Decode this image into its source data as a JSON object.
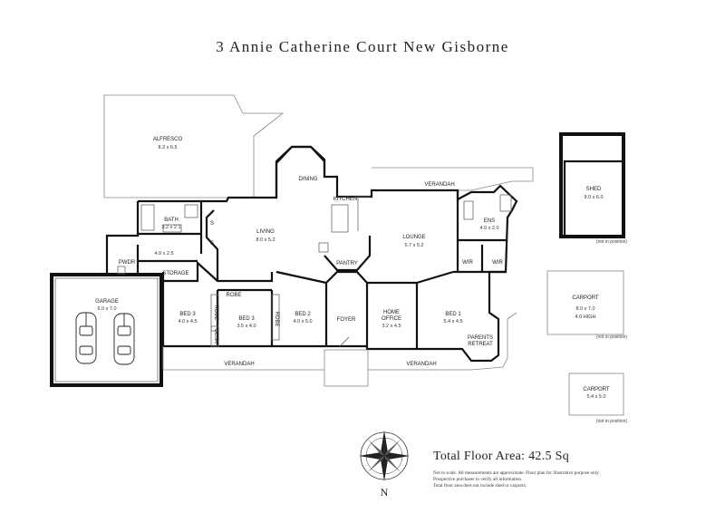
{
  "title": "3 Annie Catherine Court New Gisborne",
  "rooms": {
    "alfresco": {
      "name": "ALFRESCO",
      "dim": "8.3 x 6.5"
    },
    "dining": {
      "name": "DINING"
    },
    "kitchen": {
      "name": "KITCHEN"
    },
    "verandah_rear": {
      "name": "VERANDAH"
    },
    "bath": {
      "name": "BATH",
      "dim": "3.2 x 2.1"
    },
    "s1": {
      "name": "S"
    },
    "s2": {
      "name": "S"
    },
    "living": {
      "name": "LIVING",
      "dim": "8.0 x 5.2"
    },
    "lounge": {
      "name": "LOUNGE",
      "dim": "5.7 x 5.2"
    },
    "ens": {
      "name": "ENS",
      "dim": "4.0 x 2.0"
    },
    "wir1": {
      "name": "WIR"
    },
    "wir2": {
      "name": "WIR"
    },
    "pantry": {
      "name": "PANTRY"
    },
    "pwdr": {
      "name": "PWDR"
    },
    "laundry": {
      "dim": "4.9 x 2.5"
    },
    "storage": {
      "name": "STORAGE"
    },
    "garage": {
      "name": "GARAGE",
      "dim": "6.0 x 7.0"
    },
    "bed3a": {
      "name": "BED 3",
      "dim": "4.0 x 4.5"
    },
    "robe_a": {
      "name": "ROBE"
    },
    "robe_top": {
      "name": "ROBE"
    },
    "desk": {
      "name": "DESK"
    },
    "bed3b": {
      "name": "BED 3",
      "dim": "3.5 x 4.0"
    },
    "robe_b": {
      "name": "ROBE"
    },
    "bed2": {
      "name": "BED 2",
      "dim": "4.0 x 5.0"
    },
    "foyer": {
      "name": "FOYER"
    },
    "office": {
      "name": "HOME",
      "name2": "OFFICE",
      "dim": "3.2 x 4.5"
    },
    "bed1": {
      "name": "BED 1",
      "dim": "5.4 x 4.5"
    },
    "retreat": {
      "name": "PARENTS",
      "name2": "RETREAT"
    },
    "verandah_front1": {
      "name": "VERANDAH"
    },
    "verandah_front2": {
      "name": "VERANDAH"
    }
  },
  "outbuildings": {
    "shed": {
      "name": "SHED",
      "dim": "9.0 x 6.0",
      "note": "(not in position)"
    },
    "carport1": {
      "name": "CARPORT",
      "dim": "8.0 x 7.0",
      "dim2": "4.0 HIGH",
      "note": "(not in position)"
    },
    "carport2": {
      "name": "CARPORT",
      "dim": "5.4 x 5.0",
      "note": "(not in position)"
    }
  },
  "compass": {
    "north_label": "N"
  },
  "summary": {
    "total_floor_area": "Total Floor Area: 42.5 Sq",
    "disclaimer": [
      "Not to scale. All measurements are approximate. Floor plan for illustrative purpose only.",
      "Prospective purchaser to verify all information.",
      "Total floor area does not include shed or carports."
    ]
  }
}
